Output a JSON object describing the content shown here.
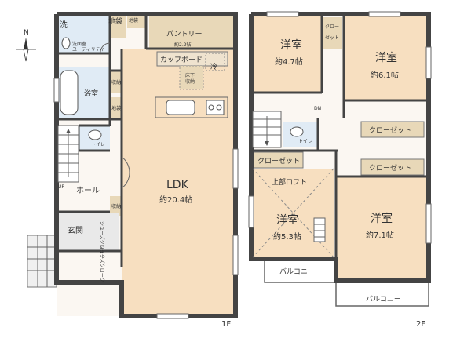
{
  "compass": {
    "north": "N"
  },
  "floor1": {
    "label": "1F",
    "rooms": {
      "wash": "洗",
      "washroom_line1": "洗面室",
      "washroom_line2": "ユーティリティー",
      "storage_a": "地袋",
      "storage_b": "地袋",
      "pantry": "パントリー",
      "pantry_area": "約2.2帖",
      "cupboard": "カップボード",
      "fridge": "冷",
      "underfloor_1": "床下",
      "underfloor_2": "収納",
      "closet_1": "収納",
      "bath": "浴室",
      "storage_c": "地袋",
      "toilet": "トイレ",
      "ldk": "LDK",
      "ldk_area": "約20.4帖",
      "up": "UP",
      "hall": "ホール",
      "closet_2": "収納",
      "entrance": "玄関",
      "shoe_1": "シューズクローク",
      "shoe_2": "シューズクローク"
    }
  },
  "floor2": {
    "label": "2F",
    "rooms": {
      "room_nw": "洋室",
      "room_nw_area": "約4.7帖",
      "closet_small_1": "クロー",
      "closet_small_2": "ゼット",
      "room_ne": "洋室",
      "room_ne_area": "約6.1帖",
      "dn": "DN",
      "closet_a": "クローゼット",
      "toilet": "トイレ",
      "closet_b": "クローゼット",
      "closet_c": "クローゼット",
      "loft": "上部ロフト",
      "room_sw": "洋室",
      "room_sw_area": "約5.3帖",
      "room_se": "洋室",
      "room_se_area": "約7.1帖",
      "balcony_1": "バルコニー",
      "balcony_2": "バルコニー"
    }
  },
  "colors": {
    "floor_wood": "#f7dfc0",
    "tile": "#e0ebf5",
    "storage": "#e8d8b8",
    "wall": "#444444"
  }
}
